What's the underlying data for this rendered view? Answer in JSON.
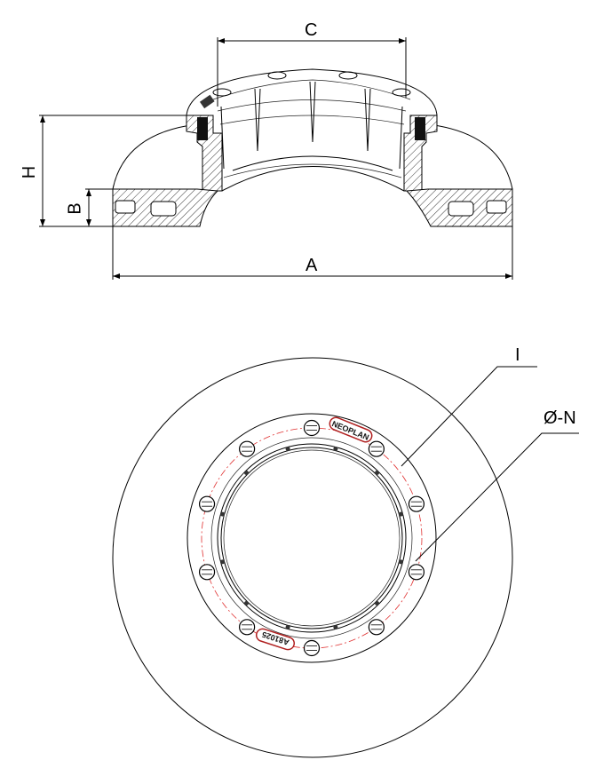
{
  "dimensions": {
    "A": "A",
    "B": "B",
    "C": "C",
    "H": "H",
    "I": "I",
    "N": "Ø-N"
  },
  "logos": {
    "brand": "NEOPLAN",
    "part_number": "A81025"
  },
  "colors": {
    "line": "#000000",
    "bolt_circle": "#e03030",
    "logo": "#b02020"
  },
  "bolt_hole_count": 10
}
